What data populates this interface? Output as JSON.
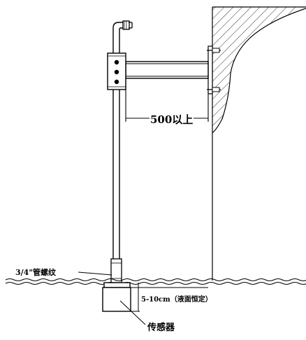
{
  "labels": {
    "distance": "500以上",
    "thread": "3/4\"管螺纹",
    "depth": "5-10cm（液面恒定）",
    "sensor": "传感器"
  },
  "colors": {
    "line": "#000000",
    "background": "#ffffff"
  }
}
